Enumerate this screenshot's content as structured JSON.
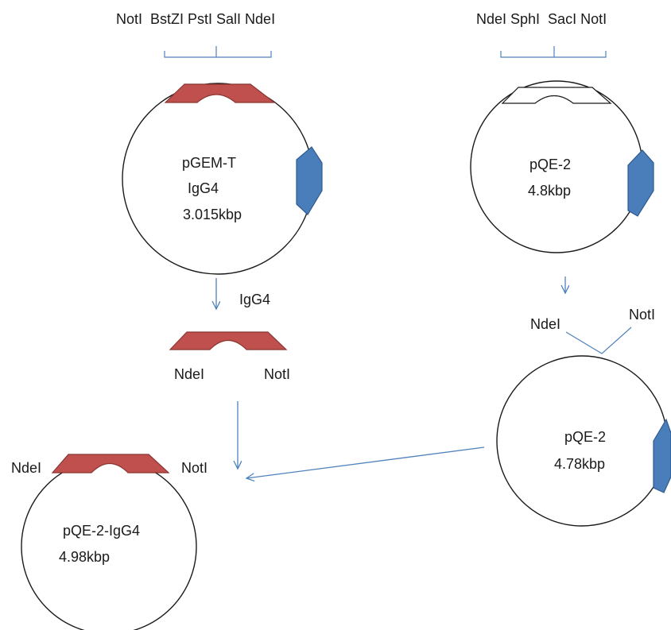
{
  "colors": {
    "insert_fill": "#c0504d",
    "insert_stroke": "#8b3533",
    "promoter_fill": "#4a7ebb",
    "promoter_stroke": "#2e5a8f",
    "arrow": "#4f81bd",
    "bracket": "#4f81bd",
    "circle": "#1a1a1a"
  },
  "pgemt": {
    "sites_label": "NotI  BstZI PstI SalI NdeI",
    "name": "pGEM-T",
    "insert": "IgG4",
    "size": "3.015kbp"
  },
  "pqe2_original": {
    "sites_label": "NdeI SphI  SacI NotI",
    "name": "pQE-2",
    "size": "4.8kbp"
  },
  "igg4_fragment": {
    "label": "IgG4",
    "left_site": "NdeI",
    "right_site": "NotI"
  },
  "pqe2_cut": {
    "left_site": "NdeI",
    "right_site": "NotI",
    "name": "pQE-2",
    "size": "4.78kbp"
  },
  "product": {
    "left_site": "NdeI",
    "right_site": "NotI",
    "name": "pQE-2-IgG4",
    "size": "4.98kbp"
  }
}
